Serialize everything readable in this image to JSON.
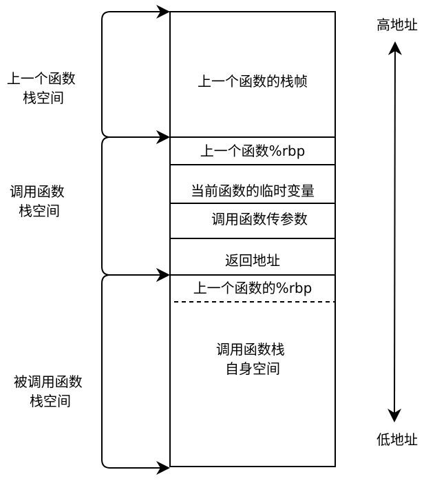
{
  "stack_blocks": [
    "上一个函数的栈帧",
    "上一个函数%rbp",
    "当前函数的临时变量",
    "调用函数传参数",
    "返回地址",
    "上一个函数的%rbp",
    [
      "调用函数栈",
      "自身空间"
    ]
  ],
  "regions": [
    [
      "上一个函数",
      "栈空间"
    ],
    [
      "调用函数",
      "栈空间"
    ],
    [
      "被调用函数",
      "栈空间"
    ]
  ],
  "address_axis": {
    "high": "高地址",
    "low": "低地址"
  }
}
